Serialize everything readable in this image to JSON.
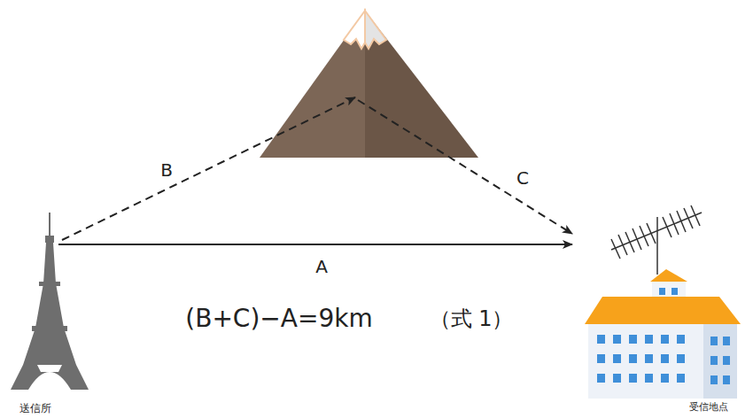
{
  "diagram": {
    "labels": [
      "B",
      "C",
      "A",
      "(B+C)−A=9km",
      "（式 1）",
      "送信所",
      "受信地点"
    ]
  }
}
